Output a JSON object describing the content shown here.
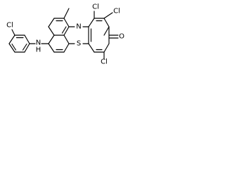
{
  "molecule": {
    "labels": {
      "cl_phenyl": "Cl",
      "nh": "N",
      "nh_h": "H",
      "methyl": "",
      "ring_n": "N",
      "ring_s": "S",
      "cl_1": "Cl",
      "cl_2": "Cl",
      "cl_4": "Cl",
      "carbonyl_o": "O"
    }
  }
}
